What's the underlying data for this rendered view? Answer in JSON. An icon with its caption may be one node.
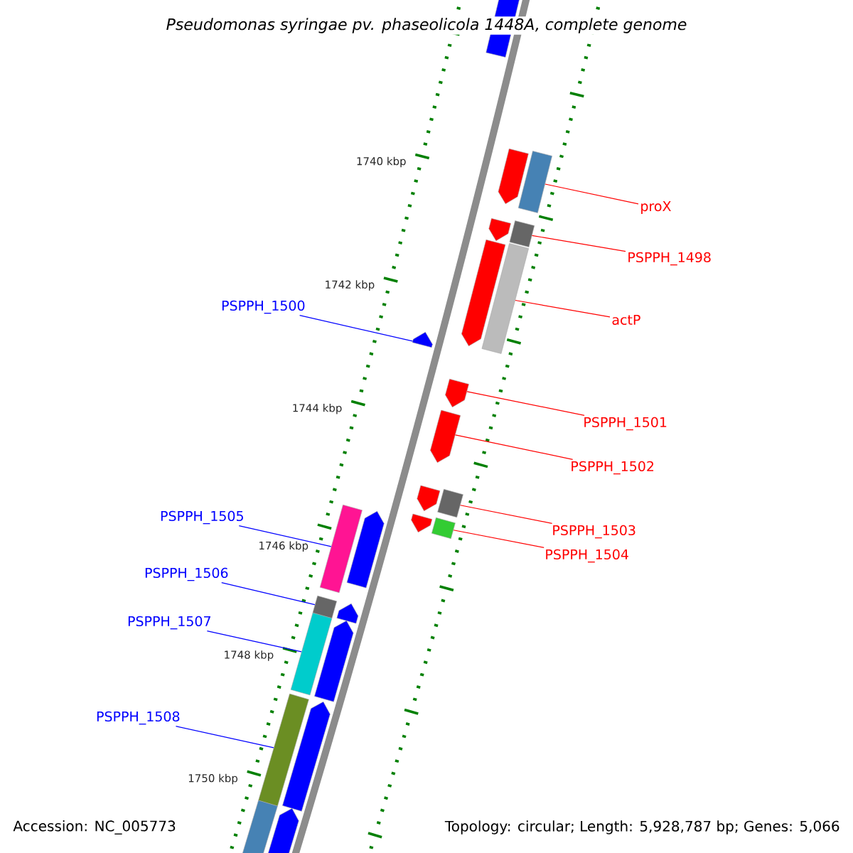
{
  "diagram": {
    "title": "Pseudomonas syringae pv. phaseolicola 1448A, complete genome",
    "nodes": [
      {
        "text": [
          "proX"
        ]
      },
      {
        "text": [
          "PSPPH_1498"
        ]
      },
      {
        "text": [
          "PSPPH_1500"
        ]
      },
      {
        "text": [
          "actP"
        ]
      },
      {
        "text": [
          "PSPPH_1501"
        ]
      },
      {
        "text": [
          "PSPPH_1502"
        ]
      },
      {
        "text": [
          "PSPPH_1505"
        ]
      },
      {
        "text": [
          "PSPPH_1503"
        ]
      },
      {
        "text": [
          "PSPPH_1504"
        ]
      },
      {
        "text": [
          "PSPPH_1506"
        ]
      },
      {
        "text": [
          "PSPPH_1507"
        ]
      },
      {
        "text": [
          "PSPPH_1508"
        ]
      },
      {
        "text": [],
        "shape": "arrow"
      },
      {
        "text": [],
        "shape": "arrow"
      },
      {
        "text": [],
        "shape": "box"
      },
      {
        "text": [],
        "shape": "arrow"
      },
      {
        "text": [],
        "shape": "box"
      },
      {
        "text": [],
        "shape": "arrow"
      },
      {
        "text": [],
        "shape": "box"
      },
      {
        "text": [],
        "shape": "arrow"
      },
      {
        "text": [],
        "shape": "arrow"
      },
      {
        "text": [],
        "shape": "arrow"
      },
      {
        "text": [],
        "shape": "arrow"
      },
      {
        "text": [],
        "shape": "box"
      },
      {
        "text": [],
        "shape": "box"
      },
      {
        "text": [],
        "shape": "arrow"
      },
      {
        "text": [],
        "shape": "arrow"
      },
      {
        "text": [],
        "shape": "box"
      },
      {
        "text": [],
        "shape": "box"
      },
      {
        "text": [],
        "shape": "arrow"
      },
      {
        "text": [],
        "shape": "box"
      },
      {
        "text": [],
        "shape": "arrow"
      },
      {
        "text": [],
        "shape": "box"
      },
      {
        "text": [],
        "shape": "arrow"
      },
      {
        "text": [],
        "shape": "box"
      },
      {
        "text": [],
        "shape": "arrow"
      }
    ],
    "edges": [
      {
        "from": 0,
        "to": 14,
        "arrow": "none"
      },
      {
        "from": 1,
        "to": 16,
        "arrow": "none"
      },
      {
        "from": 2,
        "to": 19,
        "arrow": "none",
        "color": "#0000ff"
      },
      {
        "from": 3,
        "to": 18,
        "arrow": "none"
      },
      {
        "from": 4,
        "to": 20,
        "arrow": "none"
      },
      {
        "from": 5,
        "to": 21,
        "arrow": "none"
      },
      {
        "from": 6,
        "to": 24,
        "arrow": "none",
        "color": "#0000ff"
      },
      {
        "from": 7,
        "to": 23,
        "arrow": "none"
      },
      {
        "from": 8,
        "to": 27,
        "arrow": "none"
      },
      {
        "from": 9,
        "to": 28,
        "arrow": "none",
        "color": "#0000ff"
      },
      {
        "from": 10,
        "to": 30,
        "arrow": "none",
        "color": "#0000ff"
      },
      {
        "from": 11,
        "to": 32,
        "arrow": "none",
        "color": "#0000ff"
      }
    ],
    "labels": [
      "1740 kbp",
      "1742 kbp",
      "1744 kbp",
      "1746 kbp",
      "1748 kbp",
      "1750 kbp",
      "Accession: NC_005773",
      "Topology: circular; Length: 5,928,787 bp; Genes: 5,066"
    ]
  }
}
